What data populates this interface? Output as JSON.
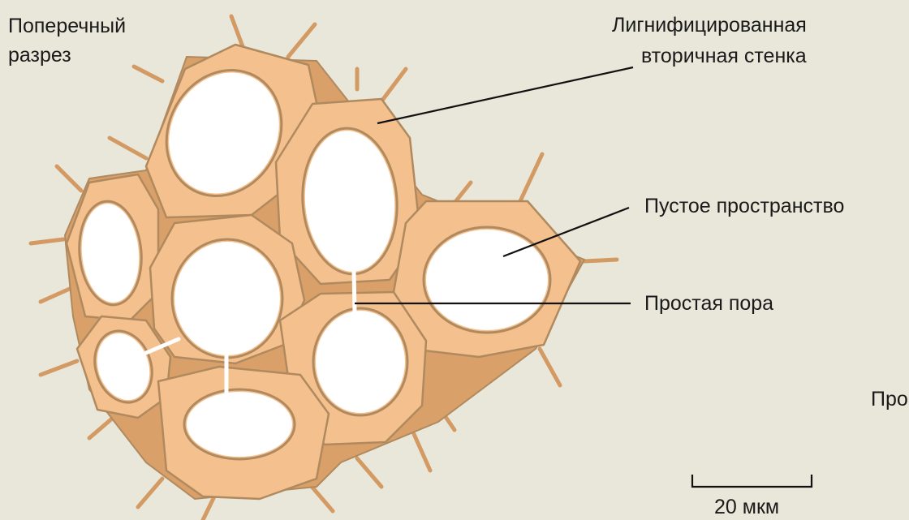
{
  "labels": {
    "cross_section_line1": "Поперечный",
    "cross_section_line2": "разрез",
    "lignified_line1": "Лигнифицированная",
    "lignified_line2": "вторичная стенка",
    "empty_space": "Пустое пространство",
    "simple_pore": "Простая пора",
    "cut_off": "Про",
    "scale": "20 мкм"
  },
  "colors": {
    "background": "#e9e7d9",
    "cell_wall_fill": "#f4c08e",
    "cell_wall_stroke": "#b08a5e",
    "middle_lamella": "#d9a06a",
    "lumen": "#ffffff",
    "leader_line": "#111111"
  }
}
